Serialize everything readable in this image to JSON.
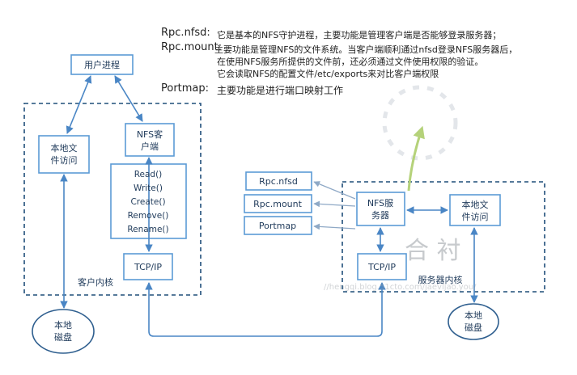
{
  "descriptions": {
    "rpc_nfsd_term": "Rpc.nfsd:",
    "rpc_nfsd_text": "它是基本的NFS守护进程，主要功能是管理客户端是否能够登录服务器；",
    "rpc_mount_term": "Rpc.mount:",
    "rpc_mount_line1": "主要功能是管理NFS的文件系统。当客户端顺利通过nfsd登录NFS服务器后，",
    "rpc_mount_line2": "在使用NFS服务所提供的文件前，还必须通过文件使用权限的验证。",
    "rpc_mount_line3": "它会读取NFS的配置文件/etc/exports来对比客户端权限",
    "portmap_term": "Portmap:",
    "portmap_text": "主要功能是进行端口映射工作"
  },
  "client": {
    "user_process": "用户进程",
    "local_file_access_1": "本地文",
    "local_file_access_2": "件访问",
    "nfs_client_1": "NFS客",
    "nfs_client_2": "户端",
    "ops": [
      "Read()",
      "Write()",
      "Create()",
      "Remove()",
      "Rename()"
    ],
    "tcpip": "TCP/IP",
    "kernel_label": "客户内核",
    "disk_1": "本地",
    "disk_2": "磁盘"
  },
  "server": {
    "rpc_nfsd": "Rpc.nfsd",
    "rpc_mount": "Rpc.mount",
    "portmap": "Portmap",
    "nfs_server_1": "NFS服",
    "nfs_server_2": "务器",
    "local_file_access_1": "本地文",
    "local_file_access_2": "件访问",
    "tcpip": "TCP/IP",
    "kernel_label": "服务器内核",
    "disk_1": "本地",
    "disk_2": "磁盘"
  },
  "watermark": {
    "chars": "合 衬",
    "url": "//hengqi.blog.51cto.com/jaevljao.you/"
  },
  "colors": {
    "box_stroke": "#5b9bd5",
    "arrow": "#4a86c5",
    "dashed": "#1f4e79",
    "green_arrow": "#b5d27a",
    "text": "#1f3a5a"
  }
}
